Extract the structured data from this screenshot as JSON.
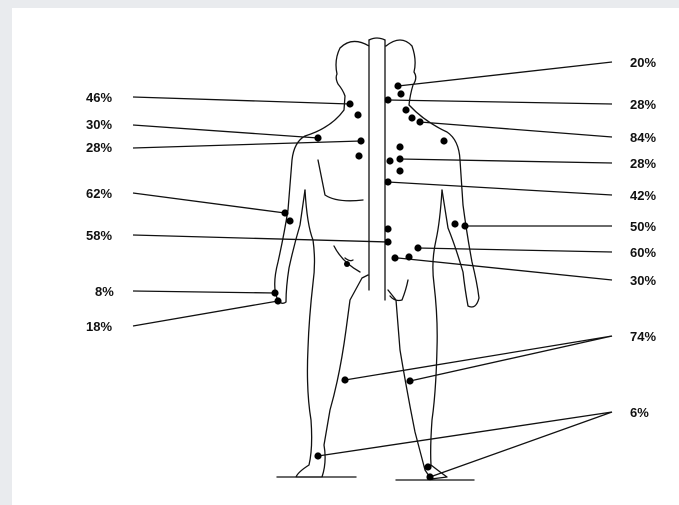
{
  "diagram": {
    "left_labels": [
      "46%",
      "30%",
      "28%",
      "62%",
      "58%",
      "8%",
      "18%"
    ],
    "right_labels": [
      "20%",
      "28%",
      "84%",
      "28%",
      "42%",
      "50%",
      "60%",
      "30%",
      "74%",
      "6%"
    ]
  }
}
